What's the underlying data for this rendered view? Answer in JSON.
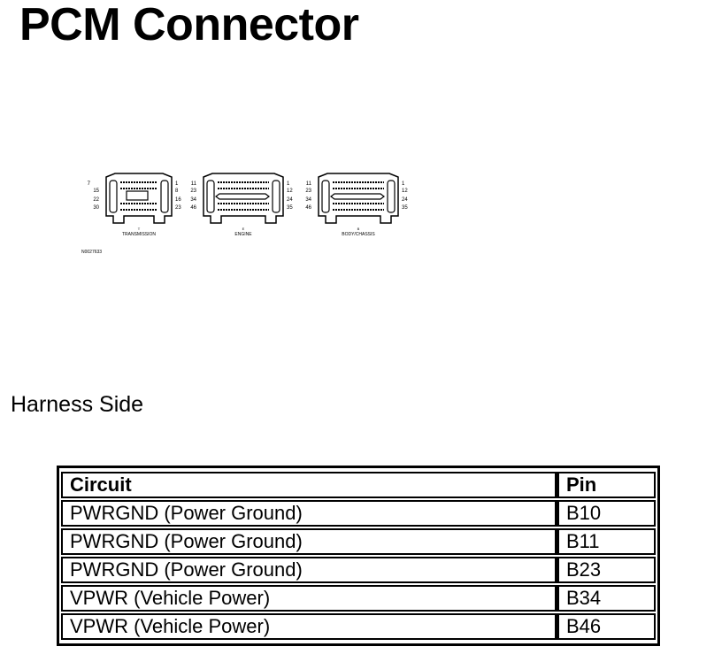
{
  "page": {
    "title": "PCM Connector",
    "harness_label": "Harness Side"
  },
  "diagram": {
    "connectors": [
      {
        "name": "TRANSMISSION",
        "letter": "T",
        "left_pins": [
          "7",
          "15",
          "22",
          "30"
        ],
        "right_pins": [
          "1",
          "8",
          "16",
          "23"
        ]
      },
      {
        "name": "ENGINE",
        "letter": "E",
        "left_pins": [
          "11",
          "23",
          "34",
          "46"
        ],
        "right_pins": [
          "1",
          "12",
          "24",
          "35"
        ]
      },
      {
        "name": "BODY/CHASSIS",
        "letter": "B",
        "left_pins": [
          "11",
          "23",
          "34",
          "46"
        ],
        "right_pins": [
          "1",
          "12",
          "24",
          "35"
        ]
      }
    ],
    "figure_id": "N0027633"
  },
  "table": {
    "headers": [
      "Circuit",
      "Pin"
    ],
    "rows": [
      {
        "circuit": "PWRGND (Power Ground)",
        "pin": "B10"
      },
      {
        "circuit": "PWRGND (Power Ground)",
        "pin": "B11"
      },
      {
        "circuit": "PWRGND (Power Ground)",
        "pin": "B23"
      },
      {
        "circuit": "VPWR (Vehicle Power)",
        "pin": "B34"
      },
      {
        "circuit": "VPWR (Vehicle Power)",
        "pin": "B46"
      }
    ]
  }
}
